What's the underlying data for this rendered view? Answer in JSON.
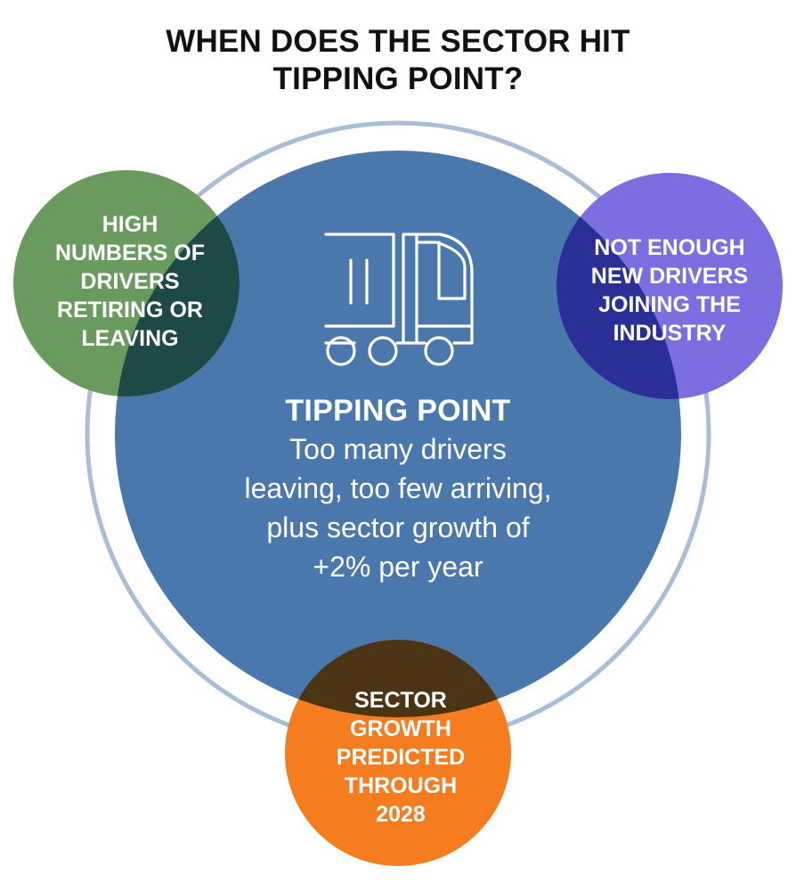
{
  "title": {
    "line1": "WHEN DOES THE SECTOR HIT",
    "line2": "TIPPING POINT?"
  },
  "center": {
    "heading": "TIPPING POINT",
    "body_lines": [
      "Too many drivers",
      "leaving, too few arriving,",
      "plus sector growth of",
      "+2% per year"
    ],
    "icon": "truck-icon"
  },
  "bubbles": {
    "left": {
      "lines": [
        "HIGH",
        "NUMBERS OF",
        "DRIVERS",
        "RETIRING OR",
        "LEAVING"
      ],
      "color": "#6a9b5e"
    },
    "right": {
      "lines": [
        "NOT ENOUGH",
        "NEW DRIVERS",
        "JOINING THE",
        "INDUSTRY"
      ],
      "color": "#7b6ee0"
    },
    "bottom": {
      "lines": [
        "SECTOR",
        "GROWTH",
        "PREDICTED",
        "THROUGH",
        "2028"
      ],
      "color": "#f57c1f"
    }
  },
  "colors": {
    "center_circle": "#4a78ad",
    "outer_ring": "#a9bdd6",
    "overlap_left": "#1d4a47",
    "overlap_right": "#2a2f98",
    "overlap_bottom": "#4a3413",
    "title_text": "#111111"
  }
}
